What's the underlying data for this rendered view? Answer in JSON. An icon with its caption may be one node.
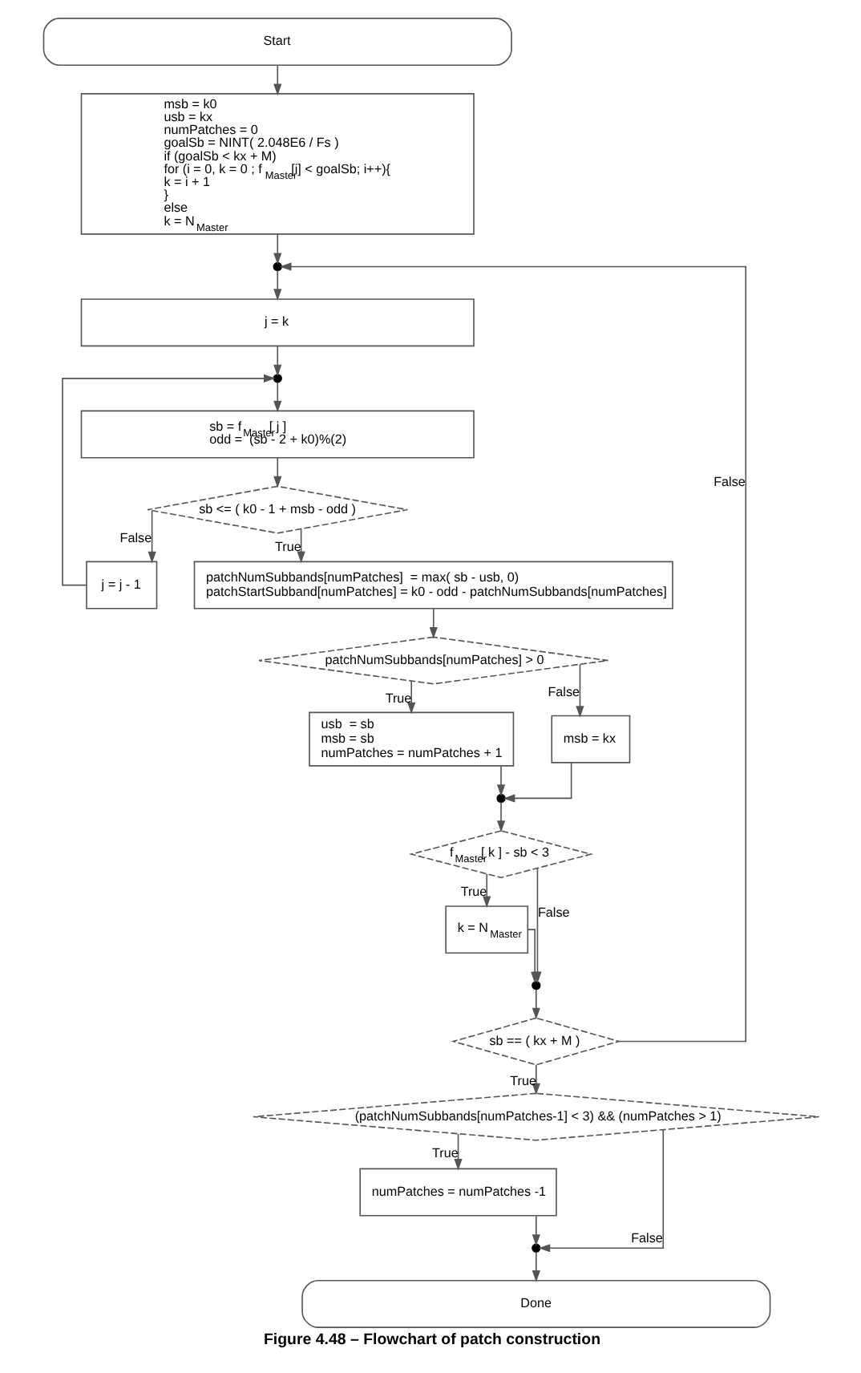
{
  "diagram": {
    "caption": "Figure 4.48 – Flowchart of patch construction",
    "nodes": [
      {
        "text": [
          "Start"
        ]
      },
      {
        "text": [
          "msb = k0",
          "usb = kx",
          "numPatches = 0",
          "goalSb = NINT( 2.048E6 / Fs )",
          "if (goalSb < kx + M)",
          "for (i = 0, k = 0 ; f$_{Master}$[i] < goalSb; i++){",
          "k = i + 1",
          "}",
          "else",
          "k = N$_{Master}$"
        ]
      },
      {
        "text": [],
        "shape": "circle"
      },
      {
        "text": [
          "j = k"
        ]
      },
      {
        "text": [],
        "shape": "circle"
      },
      {
        "text": [
          "sb = f$_{Master}$[ j ]",
          "odd =  (sb - 2 + k0)%(2)"
        ]
      },
      {
        "text": [
          "sb <= ( k0 - 1 + msb - odd )"
        ]
      },
      {
        "text": [
          "j = j - 1"
        ]
      },
      {
        "text": [
          "patchNumSubbands[numPatches]  = max( sb - usb, 0)",
          "patchStartSubband[numPatches] = k0 - odd - patchNumSubbands[numPatches]"
        ]
      },
      {
        "text": [
          "patchNumSubbands[numPatches] > 0"
        ]
      },
      {
        "text": [
          "usb  = sb",
          "msb = sb",
          "numPatches = numPatches + 1"
        ]
      },
      {
        "text": [
          "msb = kx"
        ]
      },
      {
        "text": [],
        "shape": "circle"
      },
      {
        "text": [
          "f$_{Master}$[ k ] - sb < 3"
        ]
      },
      {
        "text": [
          "k = N$_{Master}$"
        ]
      },
      {
        "text": [],
        "shape": "circle"
      },
      {
        "text": [
          "sb == ( kx + M )"
        ]
      },
      {
        "text": [
          "(patchNumSubbands[numPatches-1] < 3) && (numPatches > 1)"
        ]
      },
      {
        "text": [
          "numPatches = numPatches -1"
        ]
      },
      {
        "text": [],
        "shape": "circle"
      },
      {
        "text": [
          "Done"
        ]
      }
    ],
    "edges": [
      {
        "from": 0,
        "to": 1,
        "arrow": "to"
      },
      {
        "from": 1,
        "to": 2,
        "arrow": "to"
      },
      {
        "from": 2,
        "to": 3,
        "arrow": "to"
      },
      {
        "from": 3,
        "to": 4,
        "arrow": "to"
      },
      {
        "from": 4,
        "to": 5,
        "arrow": "to"
      },
      {
        "from": 5,
        "to": 6,
        "arrow": "to"
      },
      {
        "from": 6,
        "to": 8,
        "arrow": "to",
        "label": "True"
      },
      {
        "from": 6,
        "to": 7,
        "arrow": "to",
        "label": "False"
      },
      {
        "from": 7,
        "to": 4,
        "arrow": "to"
      },
      {
        "from": 8,
        "to": 9,
        "arrow": "to"
      },
      {
        "from": 9,
        "to": 10,
        "arrow": "to",
        "label": "True"
      },
      {
        "from": 9,
        "to": 11,
        "arrow": "to",
        "label": "False"
      },
      {
        "from": 10,
        "to": 12,
        "arrow": "to"
      },
      {
        "from": 11,
        "to": 12,
        "arrow": "to"
      },
      {
        "from": 12,
        "to": 13,
        "arrow": "to"
      },
      {
        "from": 13,
        "to": 14,
        "arrow": "to",
        "label": "True"
      },
      {
        "from": 13,
        "to": 15,
        "arrow": "to",
        "label": "False"
      },
      {
        "from": 14,
        "to": 15,
        "arrow": "to"
      },
      {
        "from": 15,
        "to": 16,
        "arrow": "to"
      },
      {
        "from": 16,
        "to": 2,
        "arrow": "to",
        "label": "False"
      },
      {
        "from": 16,
        "to": 17,
        "arrow": "to",
        "label": "True"
      },
      {
        "from": 17,
        "to": 18,
        "arrow": "to",
        "label": "True"
      },
      {
        "from": 17,
        "to": 19,
        "arrow": "to",
        "label": "False"
      },
      {
        "from": 18,
        "to": 19,
        "arrow": "to"
      },
      {
        "from": 19,
        "to": 20,
        "arrow": "to"
      }
    ]
  }
}
